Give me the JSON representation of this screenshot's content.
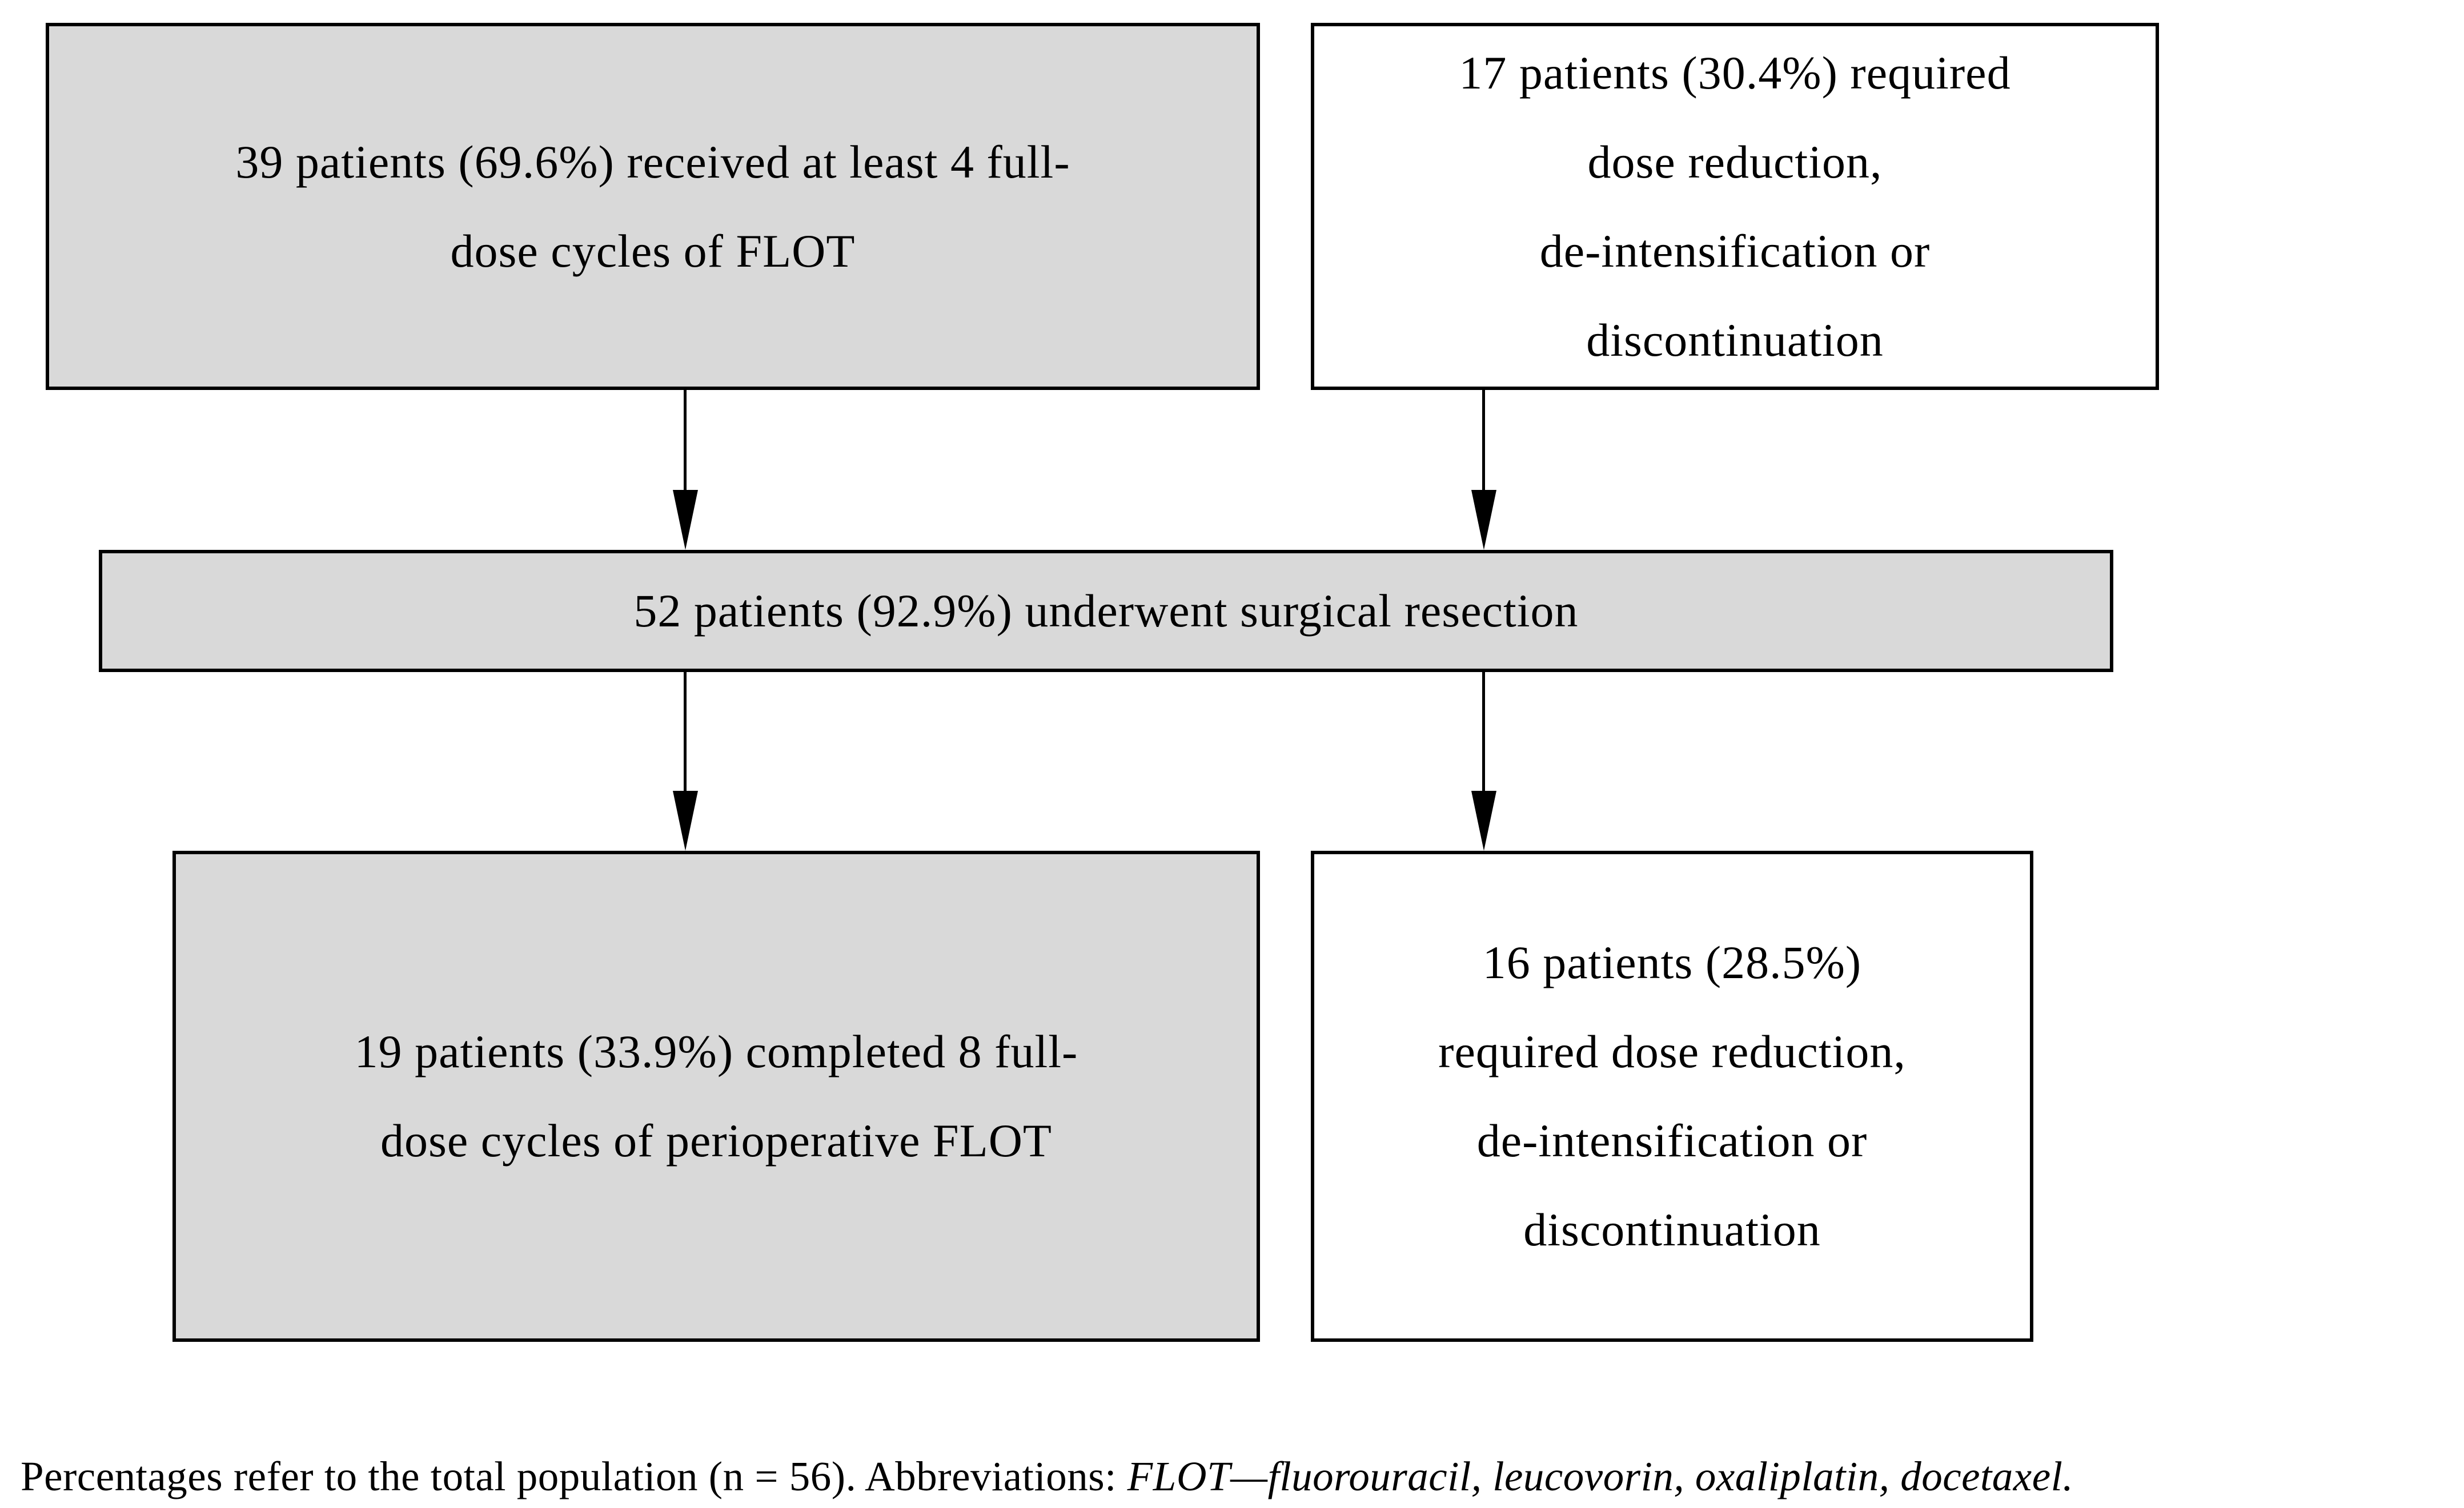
{
  "figure": {
    "type": "flowchart",
    "boxes": [
      {
        "id": "box-flot4",
        "fill": "#d9d9d9",
        "lines": [
          "39 patients (69.6%) received at least 4 full-",
          "dose cycles of FLOT"
        ]
      },
      {
        "id": "box-dose-reduction-pre",
        "fill": "#ffffff",
        "lines": [
          "17 patients (30.4%) required",
          "dose reduction,",
          "de-intensification or",
          "discontinuation"
        ]
      },
      {
        "id": "box-surgery",
        "fill": "#d9d9d9",
        "lines": [
          "52 patients (92.9%) underwent surgical resection"
        ]
      },
      {
        "id": "box-flot8",
        "fill": "#d9d9d9",
        "lines": [
          "19 patients (33.9%) completed 8 full-",
          "dose cycles of perioperative FLOT"
        ]
      },
      {
        "id": "box-dose-reduction-post",
        "fill": "#ffffff",
        "lines": [
          "16 patients (28.5%)",
          "required dose reduction,",
          "de-intensification or",
          "discontinuation"
        ]
      }
    ],
    "edges": [
      {
        "from": "box-flot4",
        "to": "box-surgery",
        "direction": "down"
      },
      {
        "from": "box-dose-reduction-pre",
        "to": "box-surgery",
        "direction": "down"
      },
      {
        "from": "box-surgery",
        "to": "box-flot8",
        "direction": "down"
      },
      {
        "from": "box-surgery",
        "to": "box-dose-reduction-post",
        "direction": "down"
      }
    ],
    "caption": {
      "normal": "Percentages refer to the total population (n = 56). Abbreviations: ",
      "italic": "FLOT—fluorouracil, leucovorin, oxaliplatin, docetaxel."
    },
    "colors": {
      "box_fill_gray": "#d9d9d9",
      "box_fill_white": "#ffffff",
      "border": "#000000",
      "text": "#000000",
      "background": "#ffffff"
    }
  }
}
